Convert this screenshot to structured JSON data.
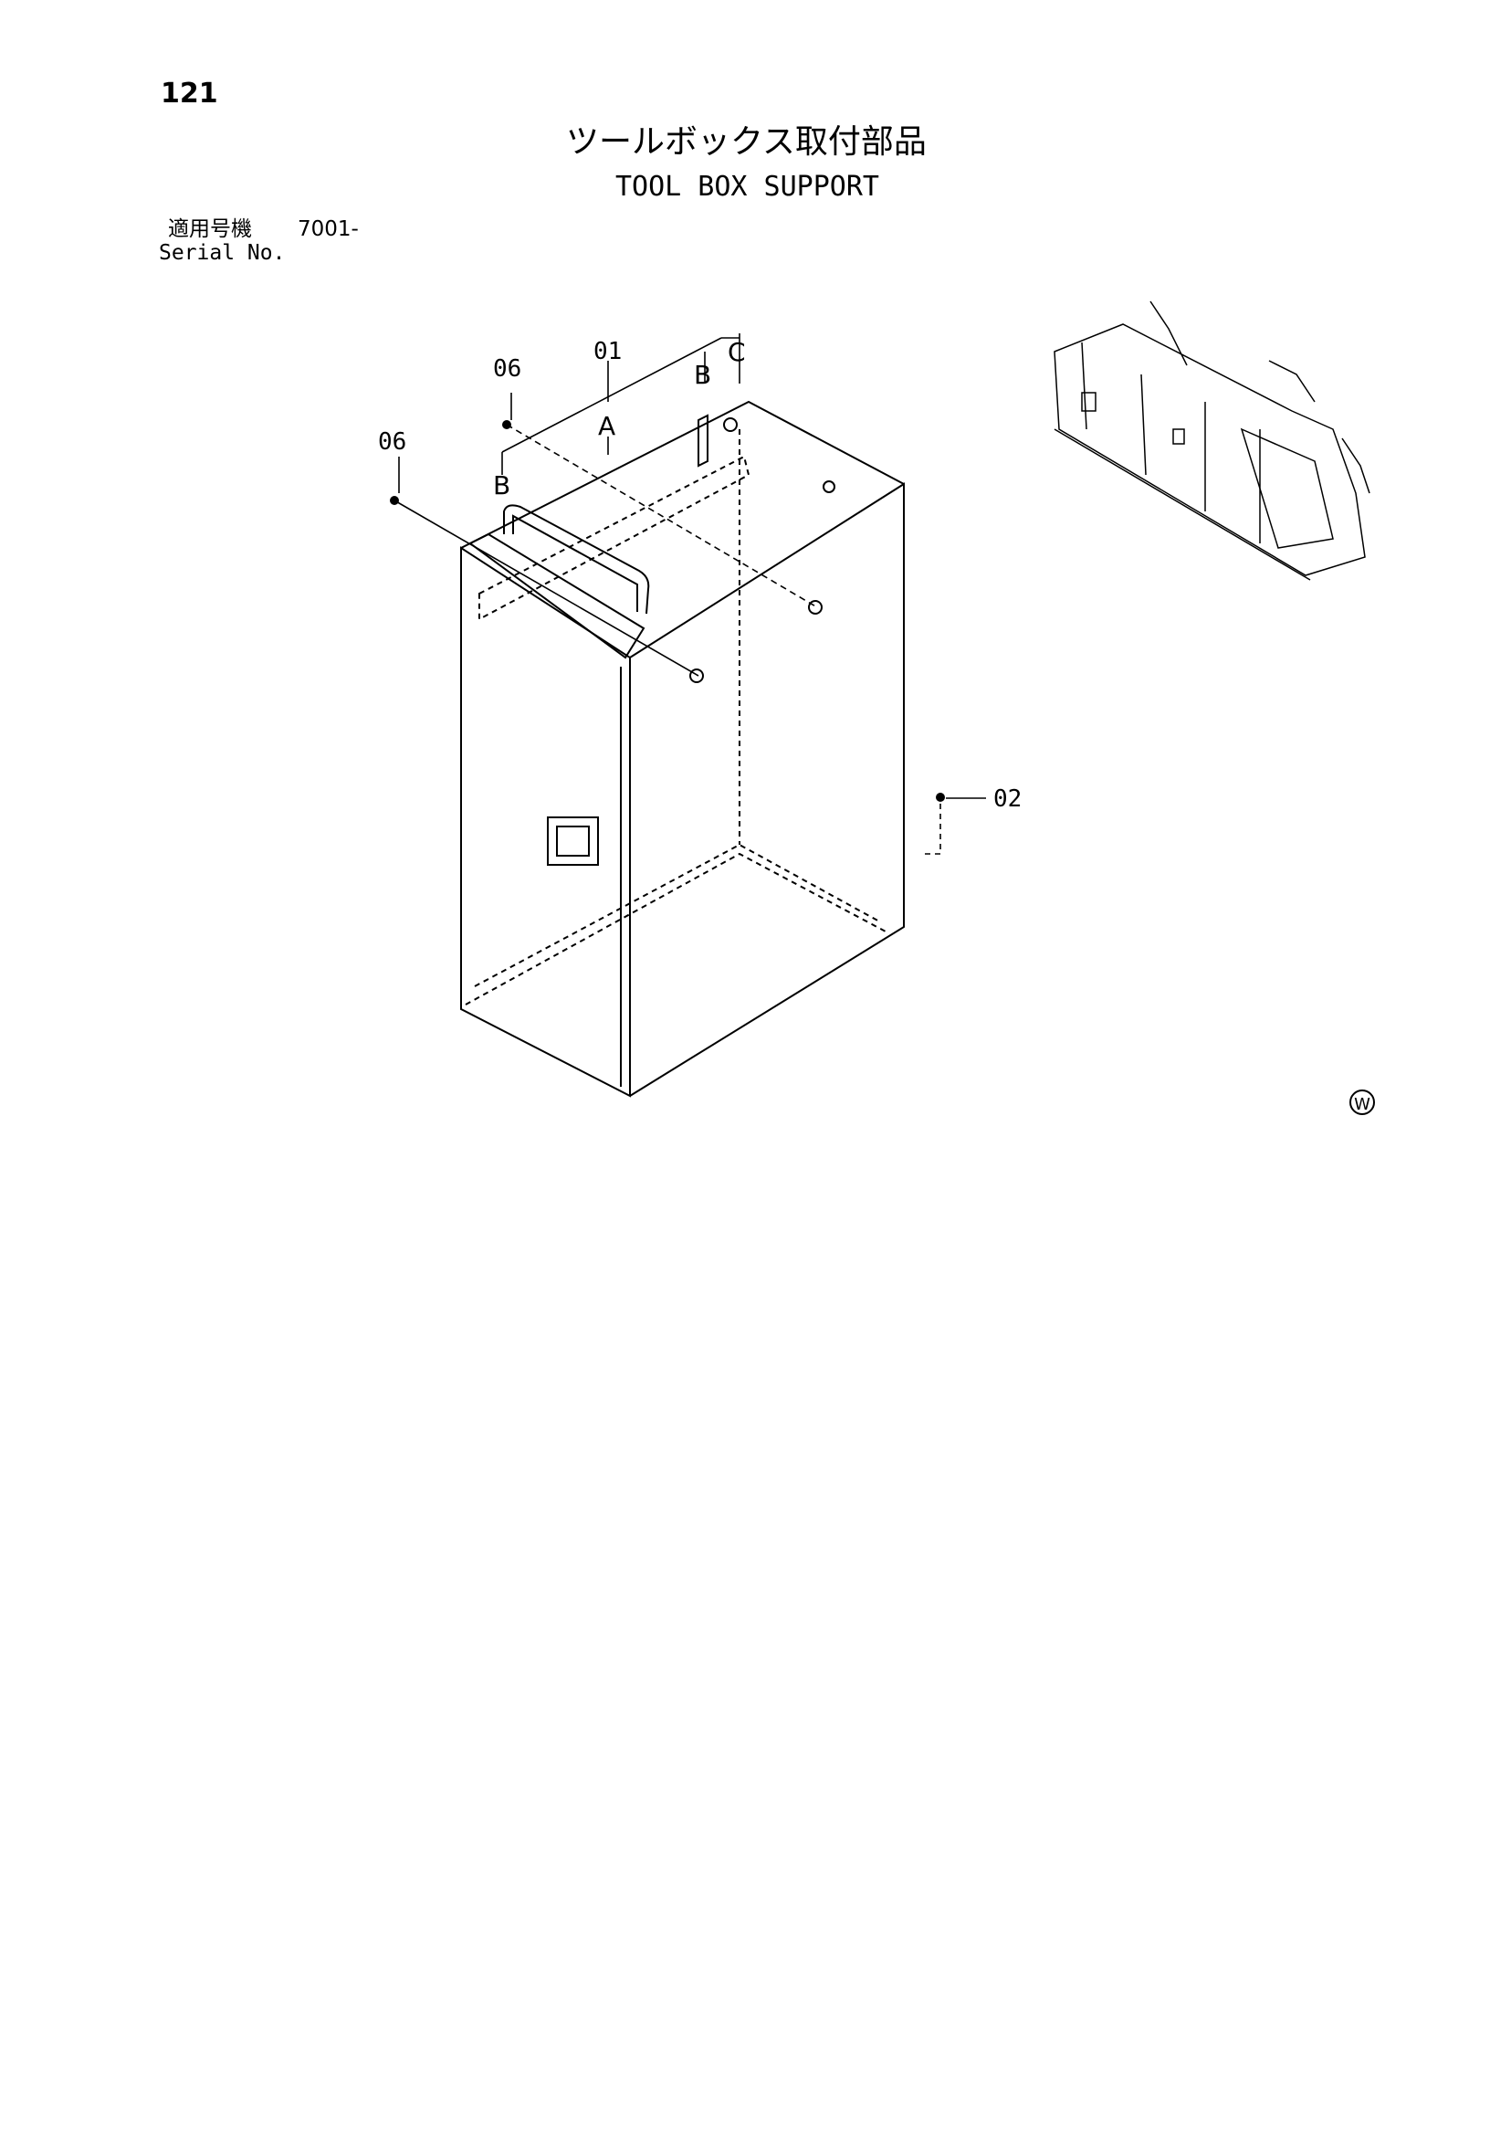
{
  "page": {
    "number": "121"
  },
  "title": {
    "japanese": "ツールボックス取付部品",
    "english": "TOOL BOX SUPPORT"
  },
  "applicability": {
    "label_jp": "適用号機",
    "serial_from": "7001-",
    "label_en": "Serial No."
  },
  "callouts": {
    "part_01": "01",
    "part_02": "02",
    "part_06_upper": "06",
    "part_06_left": "06",
    "ref_a": "A",
    "ref_b_upper": "B",
    "ref_b_left": "B",
    "ref_c": "C"
  },
  "mark": "W"
}
